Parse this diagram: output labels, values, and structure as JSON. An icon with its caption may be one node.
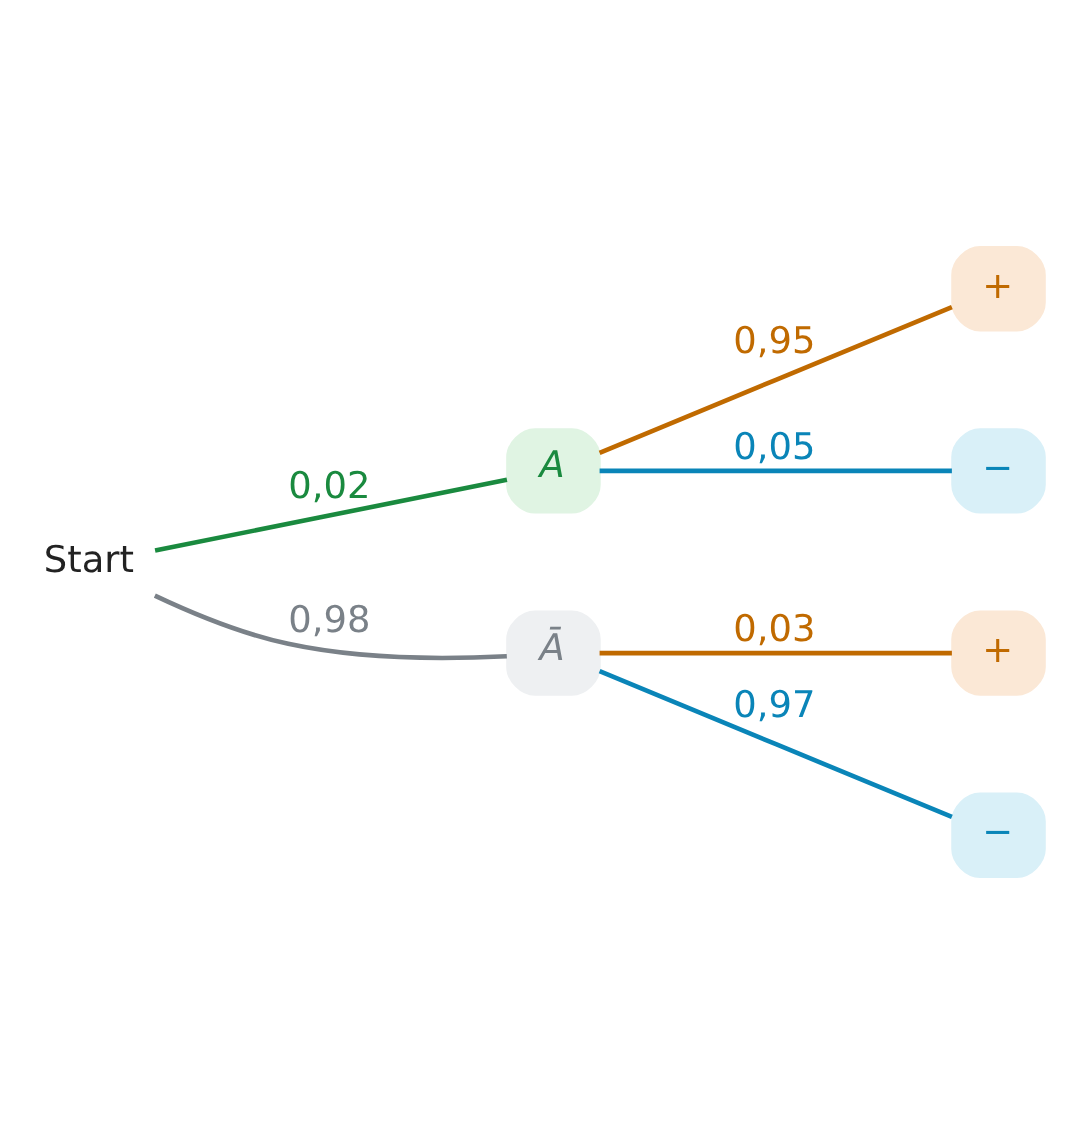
{
  "diagram": {
    "nodes": [
      {
        "text": [
          "Start"
        ]
      },
      {
        "text": [
          "A"
        ]
      },
      {
        "text": [
          "Ā"
        ]
      },
      {
        "text": [
          "+"
        ]
      },
      {
        "text": [
          "−"
        ]
      },
      {
        "text": [
          "+"
        ]
      },
      {
        "text": [
          "−"
        ]
      }
    ],
    "edges": [
      {
        "from": 0,
        "to": 1,
        "arrow": "none",
        "label": "0,02",
        "color": "#1a8a3f"
      },
      {
        "from": 0,
        "to": 2,
        "arrow": "none",
        "label": "0,98",
        "color": "#7a8188"
      },
      {
        "from": 1,
        "to": 3,
        "arrow": "none",
        "label": "0,95",
        "color": "#c06a00"
      },
      {
        "from": 1,
        "to": 4,
        "arrow": "none",
        "label": "0,05",
        "color": "#0a85b8"
      },
      {
        "from": 2,
        "to": 5,
        "arrow": "none",
        "label": "0,03",
        "color": "#c06a00"
      },
      {
        "from": 2,
        "to": 6,
        "arrow": "none",
        "label": "0,97",
        "color": "#0a85b8"
      }
    ]
  }
}
